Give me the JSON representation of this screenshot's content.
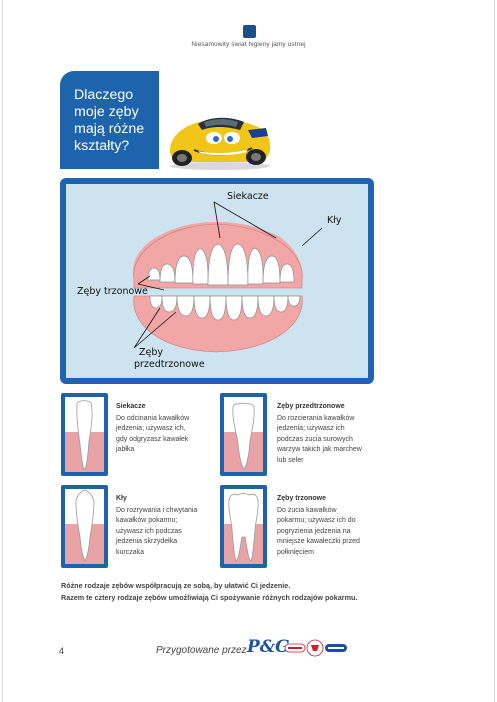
{
  "header": {
    "title": "Niesamowity świat higieny jamy ustnej"
  },
  "title_box": {
    "lines": [
      "Dlaczego",
      "moje zęby",
      "mają różne",
      "kształty?"
    ]
  },
  "diagram": {
    "labels": {
      "incisors": "Siekacze",
      "canines": "Kły",
      "molars": "Zęby trzonowe",
      "premolars_line1": "Zęby",
      "premolars_line2": "przedtrzonowe"
    }
  },
  "teeth": [
    {
      "title": "Siekacze",
      "lines": [
        "Do odcinania kawałków",
        "jedzenia; używasz ich,",
        "gdy odgryzasz kawałek",
        "jabłka"
      ]
    },
    {
      "title": "Zęby przedtrzonowe",
      "lines": [
        "Do rozcierania kawałków",
        "jedzenia; używasz ich",
        "podczas żucia surowych",
        "warzyw takich jak marchew",
        "lub seler"
      ]
    },
    {
      "title": "Kły",
      "lines": [
        "Do rozrywania i chwytania",
        "kawałków pokarmu;",
        "używasz ich podczas",
        "jedzenia skrzydełka",
        "kurczaka"
      ]
    },
    {
      "title": "Zęby trzonowe",
      "lines": [
        "Do żucia kawałków",
        "pokarmu; używasz ich do",
        "pogryzienia jedzenia na",
        "mniejsze kawałeczki przed",
        "połknięciem"
      ]
    }
  ],
  "summary": {
    "line1": "Różne rodzaje zębów współpracują ze sobą, by ułatwić Ci jedzenie.",
    "line2": "Razem te cztery rodzaje zębów umożliwiają Ci spożywanie różnych rodzajów pokarmu."
  },
  "footer": {
    "page_number": "4",
    "prepared_by": "Przygotowane przez",
    "brand": "P&G"
  },
  "colors": {
    "brand_blue": "#1d64ad",
    "gum_pink": "#f2a6a6",
    "diagram_bg": "#cde3ef"
  }
}
